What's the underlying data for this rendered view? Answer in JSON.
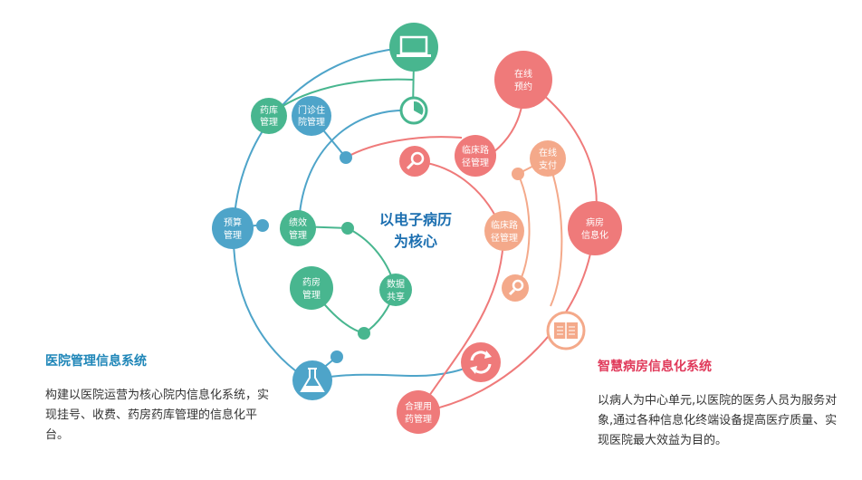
{
  "center": {
    "line1": "以电子病历",
    "line2": "为核心"
  },
  "colors": {
    "blue": "#4ea4c9",
    "teal": "#48b68f",
    "salmon": "#ef7a7a",
    "peach": "#f4a98a",
    "center_text": "#1c6fb0",
    "left_title": "#1f86b8",
    "right_title": "#e0395a"
  },
  "nodes": {
    "yaoku": {
      "l1": "药库",
      "l2": "管理"
    },
    "menzhen": {
      "l1": "门诊住",
      "l2": "院管理"
    },
    "yusuan": {
      "l1": "预算",
      "l2": "管理"
    },
    "jixiao": {
      "l1": "绩效",
      "l2": "管理"
    },
    "yaofang": {
      "l1": "药房",
      "l2": "管理"
    },
    "shuju": {
      "l1": "数据",
      "l2": "共享"
    },
    "zaixian_yuyue": {
      "l1": "在线",
      "l2": "预约"
    },
    "linchuang1": {
      "l1": "临床路",
      "l2": "径管理"
    },
    "zaixian_zhifu": {
      "l1": "在线",
      "l2": "支付"
    },
    "bingfang": {
      "l1": "病房",
      "l2": "信息化"
    },
    "linchuang2": {
      "l1": "临床路",
      "l2": "径管理"
    },
    "heli": {
      "l1": "合理用",
      "l2": "药管理"
    }
  },
  "icons": {
    "laptop": "laptop-icon",
    "clock": "pie-clock-icon",
    "search1": "search-icon",
    "search2": "search-icon",
    "book": "book-icon",
    "refresh": "refresh-icon",
    "flask": "flask-icon"
  },
  "left_panel": {
    "title": "医院管理信息系统",
    "desc": "构建以医院运营为核心院内信息化系统，实现挂号、收费、药房药库管理的信息化平台。"
  },
  "right_panel": {
    "title": "智慧病房信息化系统",
    "desc": "以病人为中心单元,以医院的医务人员为服务对象,通过各种信息化终端设备提高医疗质量、实现医院最大效益为目的。"
  }
}
